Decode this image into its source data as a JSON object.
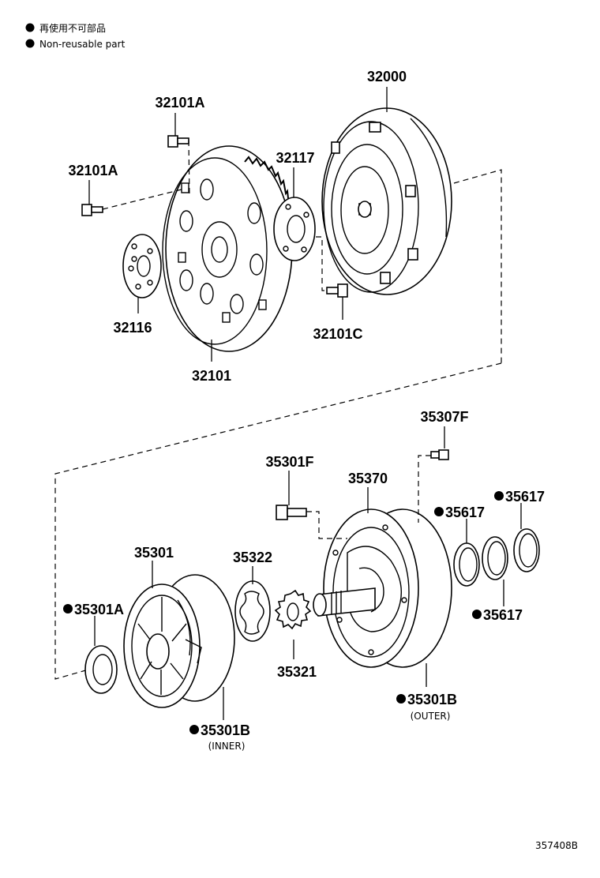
{
  "legend": {
    "line1": "再使用不可部品",
    "line2": "Non-reusable part"
  },
  "labels": {
    "p32000": "32000",
    "p32101A_top": "32101A",
    "p32101A_left": "32101A",
    "p32117": "32117",
    "p32116": "32116",
    "p32101C": "32101C",
    "p32101": "32101",
    "p35307F": "35307F",
    "p35301F": "35301F",
    "p35370": "35370",
    "p35617_a": "35617",
    "p35617_b": "35617",
    "p35617_c": "35617",
    "p35301": "35301",
    "p35322": "35322",
    "p35301A": "35301A",
    "p35321": "35321",
    "p35301B_outer": "35301B",
    "p35301B_inner": "35301B"
  },
  "sublabels": {
    "outer": "(OUTER)",
    "inner": "(INNER)"
  },
  "drawing_code": "357408B",
  "non_reusable_marker": "●"
}
